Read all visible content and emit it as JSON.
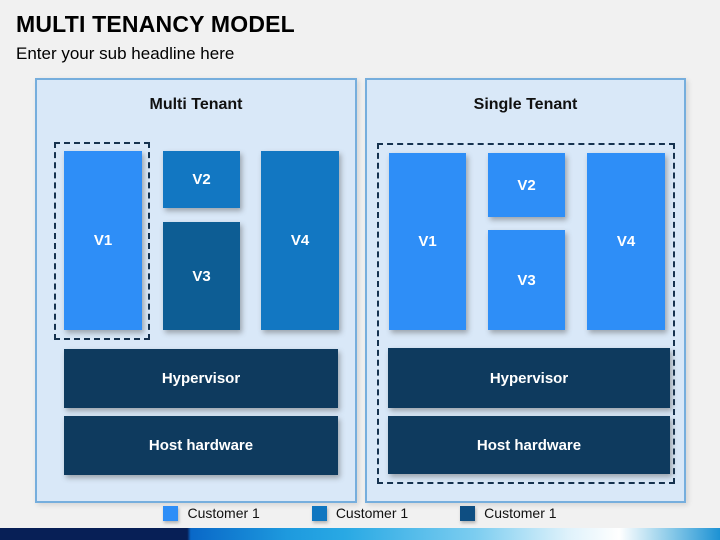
{
  "slide": {
    "title": "MULTI TENANCY MODEL",
    "subtitle": "Enter your sub headline here"
  },
  "panels": [
    {
      "title": "Multi Tenant",
      "vms": [
        {
          "label": "V1",
          "color": "#2e8ef7"
        },
        {
          "label": "V2",
          "color": "#1277c2"
        },
        {
          "label": "V3",
          "color": "#0d5d94"
        },
        {
          "label": "V4",
          "color": "#1277c2"
        }
      ],
      "hypervisor_label": "Hypervisor",
      "host_label": "Host hardware"
    },
    {
      "title": "Single Tenant",
      "vms": [
        {
          "label": "V1",
          "color": "#2e8ef7"
        },
        {
          "label": "V2",
          "color": "#2e8ef7"
        },
        {
          "label": "V3",
          "color": "#2e8ef7"
        },
        {
          "label": "V4",
          "color": "#2e8ef7"
        }
      ],
      "hypervisor_label": "Hypervisor",
      "host_label": "Host hardware"
    }
  ],
  "legend": {
    "items": [
      {
        "label": "Customer 1",
        "color": "#2e8ef7"
      },
      {
        "label": "Customer 1",
        "color": "#1076c0"
      },
      {
        "label": "Customer 1",
        "color": "#0e4e82"
      }
    ]
  },
  "colors": {
    "infra_bar": "#0e3a5e",
    "panel_bg": "#d9e8f8",
    "panel_border": "#76aedd",
    "slide_bg": "#f1f1f1",
    "dashed_border": "#16324f",
    "footer_navy": "#071f56",
    "footer_blue_end": "#1d92d4"
  }
}
